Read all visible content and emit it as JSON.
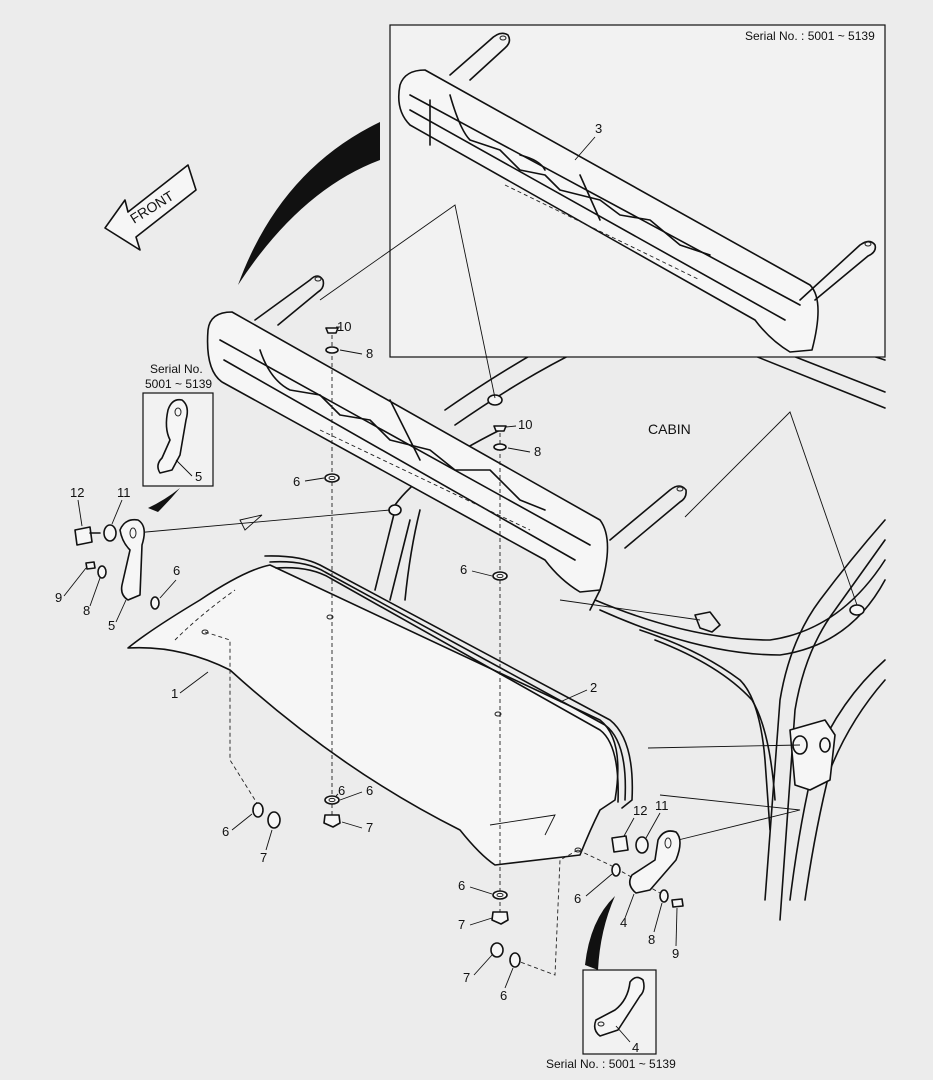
{
  "diagram": {
    "serial_top": "Serial No.  : 5001 ~ 5139",
    "serial_left_line1": "Serial No.",
    "serial_left_line2": "5001 ~ 5139",
    "serial_bottom": "Serial No. : 5001 ~ 5139",
    "cabin_label": "CABIN",
    "front_label": "FRONT",
    "parts": {
      "p1": "1",
      "p2": "2",
      "p3": "3",
      "p4": "4",
      "p5": "5",
      "p6": "6",
      "p7": "7",
      "p8": "8",
      "p9": "9",
      "p10": "10",
      "p11": "11",
      "p12": "12"
    }
  },
  "colors": {
    "background": "#ececec",
    "line": "#111111",
    "panel": "#f6f6f6"
  }
}
